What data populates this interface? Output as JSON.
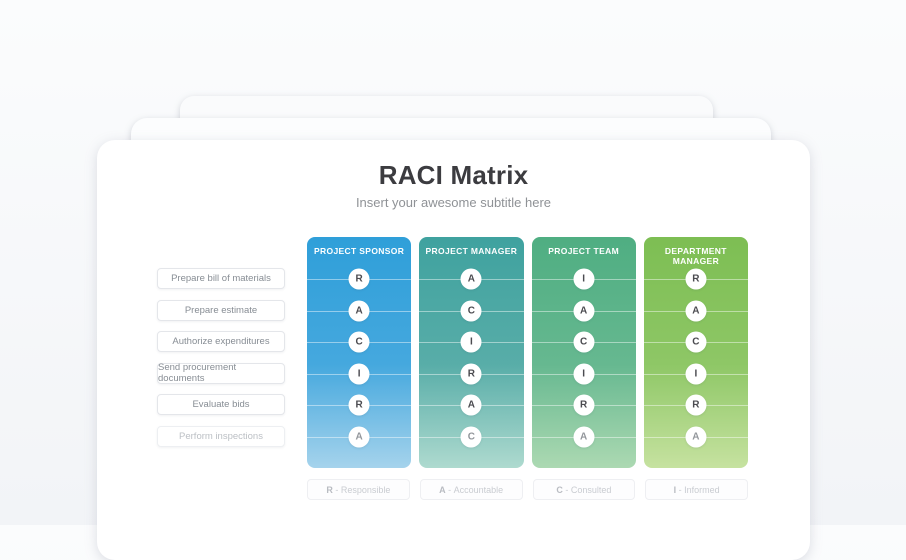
{
  "slide": {
    "title": "RACI Matrix",
    "subtitle": "Insert your awesome subtitle here"
  },
  "tasks": [
    "Prepare bill of materials",
    "Prepare estimate",
    "Authorize expenditures",
    "Send procurement documents",
    "Evaluate bids",
    "Perform inspections"
  ],
  "columns": [
    {
      "header": "PROJECT SPONSOR",
      "color_top": "#2F9FD9",
      "color_mid": "#45A8DE",
      "color_bottom": "#A5D3EC",
      "letters": [
        "R",
        "A",
        "C",
        "I",
        "R",
        "A"
      ]
    },
    {
      "header": "PROJECT MANAGER",
      "color_top": "#3FA29F",
      "color_mid": "#58ADA8",
      "color_bottom": "#AEDACF",
      "letters": [
        "A",
        "C",
        "I",
        "R",
        "A",
        "C"
      ]
    },
    {
      "header": "PROJECT TEAM",
      "color_top": "#4FAE82",
      "color_mid": "#66B890",
      "color_bottom": "#ACD9B2",
      "letters": [
        "I",
        "A",
        "C",
        "I",
        "R",
        "A"
      ]
    },
    {
      "header": "DEPARTMENT MANAGER",
      "color_top": "#7DBE53",
      "color_mid": "#8EC766",
      "color_bottom": "#C6E2A0",
      "letters": [
        "R",
        "A",
        "C",
        "I",
        "R",
        "A"
      ]
    }
  ],
  "legend": {
    "separator": " - ",
    "items": [
      {
        "letter": "R",
        "label": "Responsible"
      },
      {
        "letter": "A",
        "label": "Accountable"
      },
      {
        "letter": "C",
        "label": "Consulted"
      },
      {
        "letter": "I",
        "label": "Informed"
      }
    ]
  }
}
